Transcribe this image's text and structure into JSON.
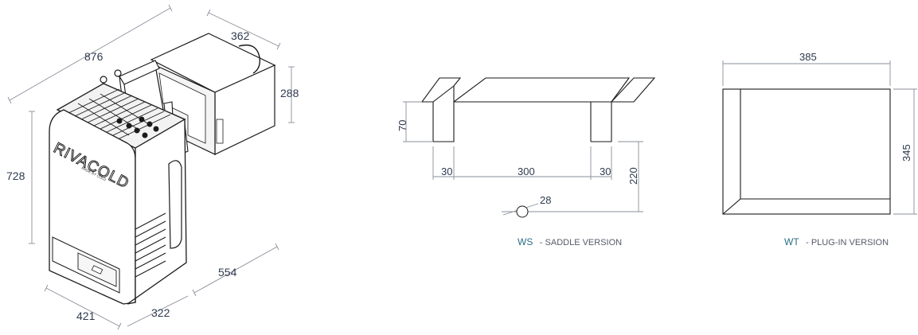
{
  "unit_drawing": {
    "dim_width": "876",
    "dim_depth_top": "362",
    "dim_box_height": "288",
    "dim_height": "728",
    "dim_side": "554",
    "dim_front_width": "421",
    "dim_front_depth": "322",
    "brand": "RIVACOLD",
    "brand_subtitle": "MADE BY COLD"
  },
  "saddle_drawing": {
    "dim_leg_height": "70",
    "dim_leg_left": "30",
    "dim_span": "300",
    "dim_leg_right": "30",
    "dim_drop": "220",
    "dim_hole": "28",
    "caption_code": "WS",
    "caption_text": "- SADDLE VERSION"
  },
  "plugin_drawing": {
    "dim_width": "385",
    "dim_height": "345",
    "caption_code": "WT",
    "caption_text": "- PLUG-IN VERSION"
  },
  "colors": {
    "line": "#1a1a1a",
    "dimension_line": "#8a8f9a",
    "dimension_text": "#2f3a4f",
    "caption_code": "#2b6f87"
  }
}
